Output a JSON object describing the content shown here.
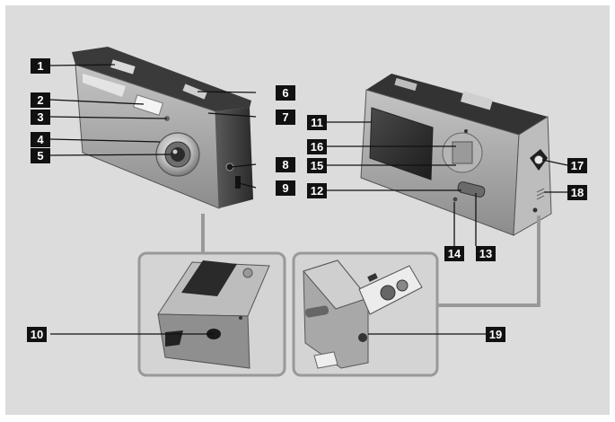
{
  "colors": {
    "background": "#dcdcdc",
    "callout_fill": "#111111",
    "callout_text": "#ffffff",
    "leader_line": "#111111",
    "connector": "#999999",
    "inset_frame": "#999999",
    "camera_body": "#a9a9a9",
    "camera_top": "#3a3a3a"
  },
  "callouts": [
    {
      "id": "c1",
      "label": "1"
    },
    {
      "id": "c2",
      "label": "2"
    },
    {
      "id": "c3",
      "label": "3"
    },
    {
      "id": "c4",
      "label": "4"
    },
    {
      "id": "c5",
      "label": "5"
    },
    {
      "id": "c6",
      "label": "6"
    },
    {
      "id": "c7",
      "label": "7"
    },
    {
      "id": "c8",
      "label": "8"
    },
    {
      "id": "c9",
      "label": "9"
    },
    {
      "id": "c10",
      "label": "10"
    },
    {
      "id": "c11",
      "label": "11"
    },
    {
      "id": "c12",
      "label": "12"
    },
    {
      "id": "c13",
      "label": "13"
    },
    {
      "id": "c14",
      "label": "14"
    },
    {
      "id": "c15",
      "label": "15"
    },
    {
      "id": "c16",
      "label": "16"
    },
    {
      "id": "c17",
      "label": "17"
    },
    {
      "id": "c18",
      "label": "18"
    },
    {
      "id": "c19",
      "label": "19"
    }
  ]
}
